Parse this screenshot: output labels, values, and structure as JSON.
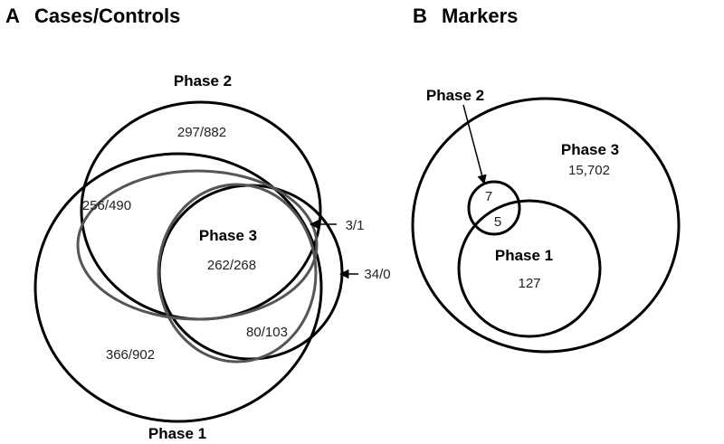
{
  "panel_a": {
    "letter": "A",
    "title": "Cases/Controls",
    "labels": {
      "phase2": "Phase 2",
      "phase3": "Phase 3",
      "phase1": "Phase 1"
    },
    "counts": {
      "phase2_only": "297/882",
      "phase1_phase2": "256/490",
      "all_three": "262/268",
      "phase2_phase3_edge": "3/1",
      "phase1_phase3_edge": "34/0",
      "phase1_phase3": "80/103",
      "phase1_only": "366/902"
    }
  },
  "panel_b": {
    "letter": "B",
    "title": "Markers",
    "labels": {
      "phase2": "Phase 2",
      "phase3": "Phase 3",
      "phase1": "Phase 1"
    },
    "counts": {
      "phase3_only": "15,702",
      "phase2_only": "7",
      "phase1_phase2": "5",
      "phase1_only": "127"
    }
  },
  "colors": {
    "circle_black": "#000000",
    "circle_gray": "#555555"
  }
}
